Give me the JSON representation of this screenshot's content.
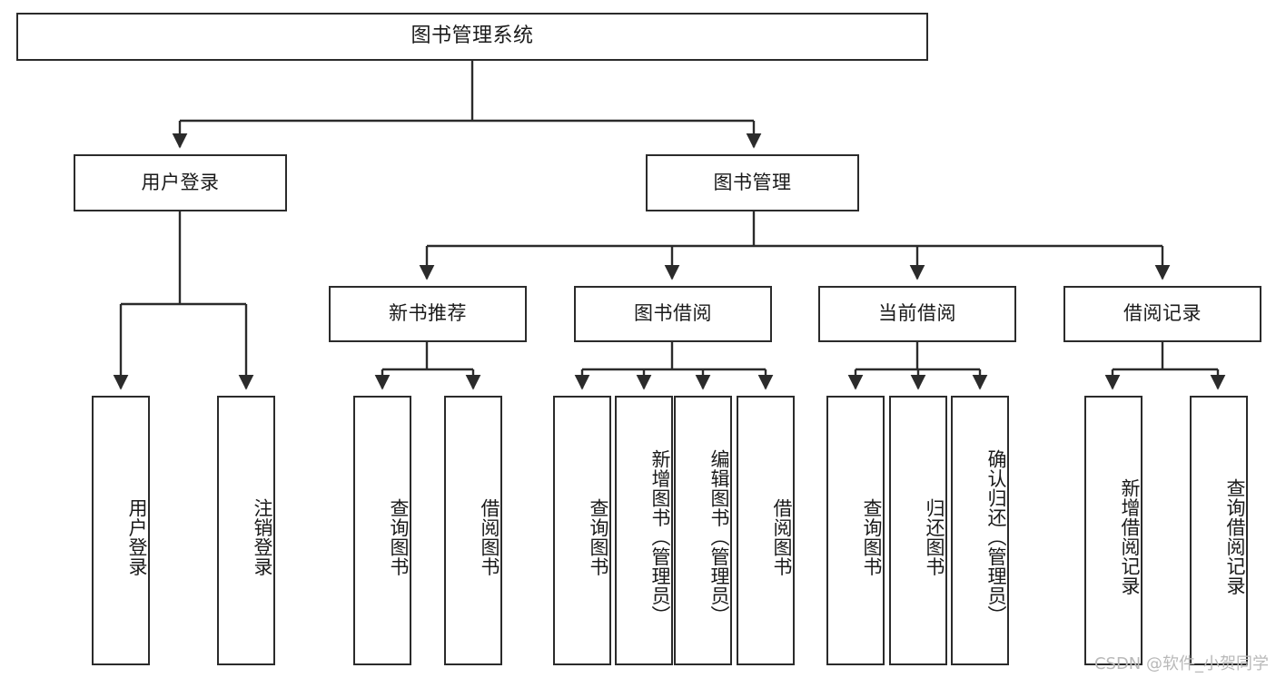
{
  "diagram": {
    "title": "图书管理系统",
    "type": "tree",
    "watermark": "CSDN @软件_小贺同学",
    "colors": {
      "stroke": "#2b2b2b",
      "fill": "#ffffff",
      "text": "#1a1a1a",
      "watermark": "#b9b9b9"
    },
    "levels": {
      "root": {
        "label": "图书管理系统"
      },
      "level2": [
        {
          "label": "用户登录"
        },
        {
          "label": "图书管理"
        }
      ],
      "level3": [
        {
          "label": "新书推荐"
        },
        {
          "label": "图书借阅"
        },
        {
          "label": "当前借阅"
        },
        {
          "label": "借阅记录"
        }
      ],
      "leaves": {
        "user_login": [
          {
            "label": "用户登录"
          },
          {
            "label": "注销登录"
          }
        ],
        "new_book_rec": [
          {
            "label": "查询图书"
          },
          {
            "label": "借阅图书"
          }
        ],
        "book_borrow": [
          {
            "label": "查询图书"
          },
          {
            "label": "新增图书（管理员）"
          },
          {
            "label": "编辑图书（管理员）"
          },
          {
            "label": "借阅图书"
          }
        ],
        "current_borrow": [
          {
            "label": "查询图书"
          },
          {
            "label": "归还图书"
          },
          {
            "label": "确认归还（管理员）"
          }
        ],
        "borrow_record": [
          {
            "label": "新增借阅记录"
          },
          {
            "label": "查询借阅记录"
          }
        ]
      }
    }
  }
}
